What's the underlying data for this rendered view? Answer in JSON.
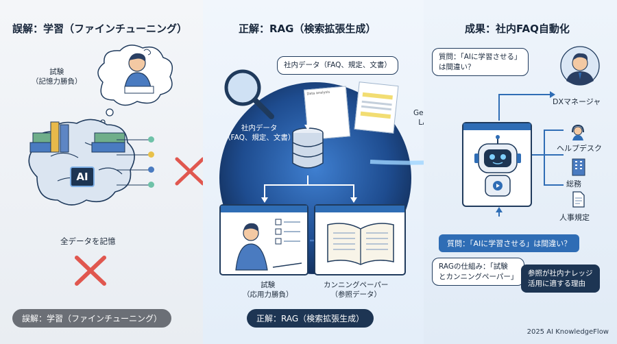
{
  "left": {
    "title": "誤解：学習（ファインチューニング）",
    "exam_label": "試験\n（記憶力勝負）",
    "ai_chip": "AI",
    "memorize_label": "全データを記憶",
    "bottom_pill": "誤解：学習（ファインチューニング）"
  },
  "middle": {
    "title": "正解：RAG（検索拡張生成）",
    "search_bubble": "社内データ（FAQ、規定、文書）",
    "db_label": "社内データ\n（FAQ、規定、文書）",
    "doc_header": "Data analysis",
    "exam_label": "試験\n（応用力勝負）",
    "cheatsheet_label": "カンニングペーパー\n（参照データ）",
    "bottom_pill": "正解：RAG（検索拡張生成）"
  },
  "flow_label": "Generative\nLAI Flow",
  "right": {
    "title": "成果：社内FAQ自動化",
    "question_bubble": "質問：「AIに学習させる」\nは間違い？",
    "dx_label": "DXマネージャ",
    "helpdesk_label": "ヘルプデスク",
    "general_affairs_label": "総務",
    "hr_rules_label": "人事規定",
    "question_bar": "質問：「AIに学習させる」は間違い？",
    "rag_bubble": "RAGの仕組み：「試験\nとカンニングペーパー」",
    "reason_bubble": "参照が社内ナレッジ\n活用に適する理由"
  },
  "footer": "2025 AI KnowledgeFlow",
  "colors": {
    "accent": "#2f6db5",
    "wrong": "#e0574f",
    "navy": "#1d3553"
  }
}
